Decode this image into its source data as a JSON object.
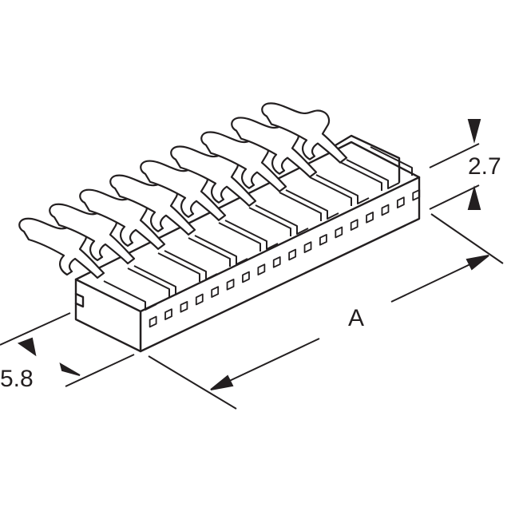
{
  "drawing": {
    "line_color": "#231f20",
    "background": "#ffffff",
    "pin_count": 9
  },
  "dimensions": {
    "height_label": "2.7",
    "length_label": "A",
    "depth_label": "5.8"
  }
}
